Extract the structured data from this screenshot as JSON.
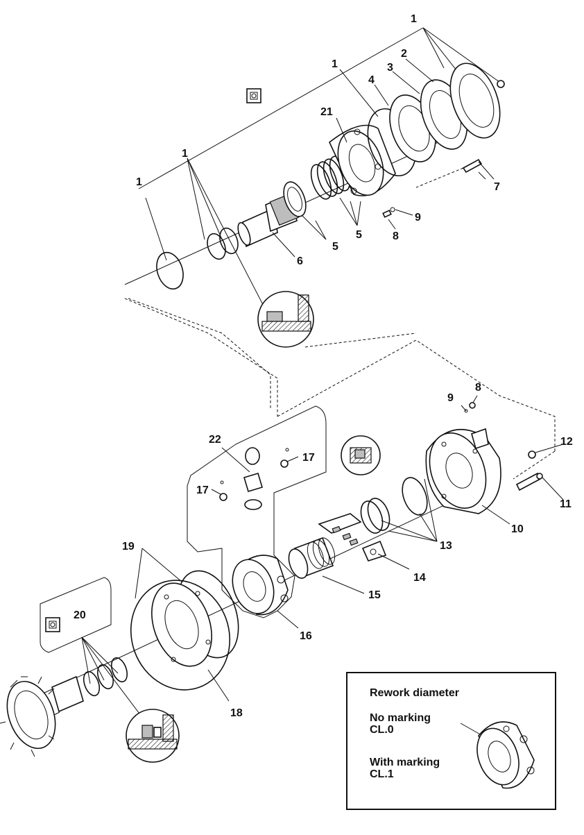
{
  "callouts": {
    "c1a": "1",
    "c1b": "1",
    "c1c": "1",
    "c1d": "1",
    "c2": "2",
    "c3": "3",
    "c4": "4",
    "c21": "21",
    "c7": "7",
    "c9a": "9",
    "c8a": "8",
    "c5a": "5",
    "c5b": "5",
    "c6": "6",
    "c8b": "8",
    "c9b": "9",
    "c12": "12",
    "c11": "11",
    "c10": "10",
    "c22": "22",
    "c17a": "17",
    "c17b": "17",
    "c13": "13",
    "c14": "14",
    "c15": "15",
    "c16": "16",
    "c19": "19",
    "c20": "20",
    "c18": "18"
  },
  "inset": {
    "title": "Rework diameter",
    "no_marking": "No marking",
    "cl0": "CL.0",
    "with_marking": "With marking",
    "cl1": "CL.1"
  }
}
